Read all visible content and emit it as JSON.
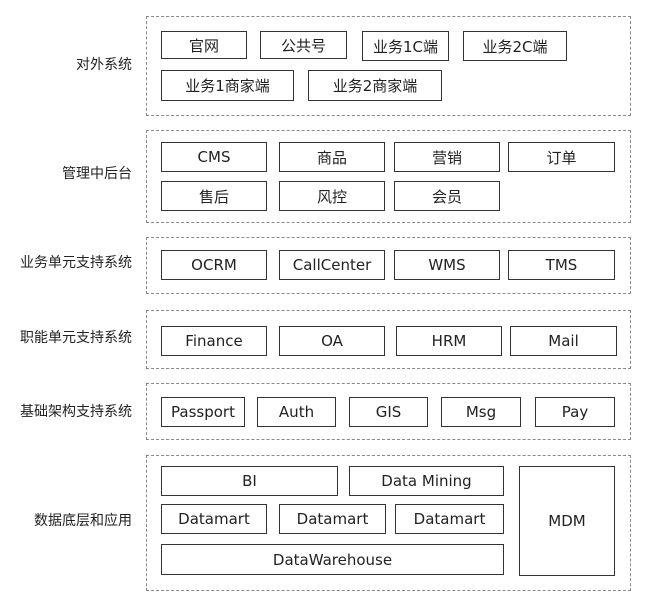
{
  "layers": {
    "external": {
      "label": "对外系统",
      "items": [
        "官网",
        "公共号",
        "业务1C端",
        "业务2C端",
        "业务1商家端",
        "业务2商家端"
      ]
    },
    "management": {
      "label": "管理中后台",
      "items": [
        "CMS",
        "商品",
        "营销",
        "订单",
        "售后",
        "风控",
        "会员"
      ]
    },
    "business_support": {
      "label": "业务单元支持系统",
      "items": [
        "OCRM",
        "CallCenter",
        "WMS",
        "TMS"
      ]
    },
    "function_support": {
      "label": "职能单元支持系统",
      "items": [
        "Finance",
        "OA",
        "HRM",
        "Mail"
      ]
    },
    "infrastructure": {
      "label": "基础架构支持系统",
      "items": [
        "Passport",
        "Auth",
        "GIS",
        "Msg",
        "Pay"
      ]
    },
    "data": {
      "label": "数据底层和应用",
      "items": [
        "BI",
        "Data Mining",
        "Datamart",
        "Datamart",
        "Datamart",
        "DataWarehouse",
        "MDM"
      ]
    }
  }
}
